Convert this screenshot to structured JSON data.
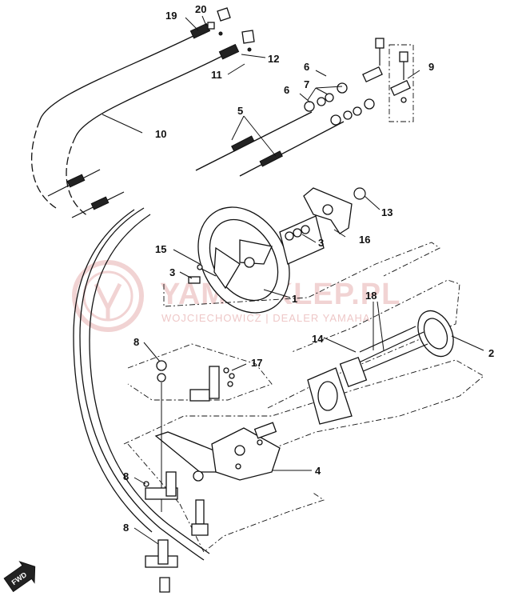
{
  "callouts": {
    "c1": "1",
    "c2": "2",
    "c3a": "3",
    "c3b": "3",
    "c4": "4",
    "c5": "5",
    "c6a": "6",
    "c6b": "6",
    "c7": "7",
    "c8a": "8",
    "c8b": "8",
    "c8c": "8",
    "c9": "9",
    "c10": "10",
    "c11": "11",
    "c12": "12",
    "c13": "13",
    "c14": "14",
    "c15": "15",
    "c16": "16",
    "c17": "17",
    "c18": "18",
    "c19": "19",
    "c20": "20"
  },
  "watermark": {
    "main": "YAMASKLEP.PL",
    "sub": "WOJCIECHOWICZ | DEALER YAMAHA"
  },
  "direction_badge": "FWD",
  "colors": {
    "watermark": "#e7b0b0",
    "ink": "#111111"
  },
  "icons": {
    "watermark_logo": "yamaha-tuning-fork-logo-icon",
    "direction": "forward-arrow-icon"
  }
}
